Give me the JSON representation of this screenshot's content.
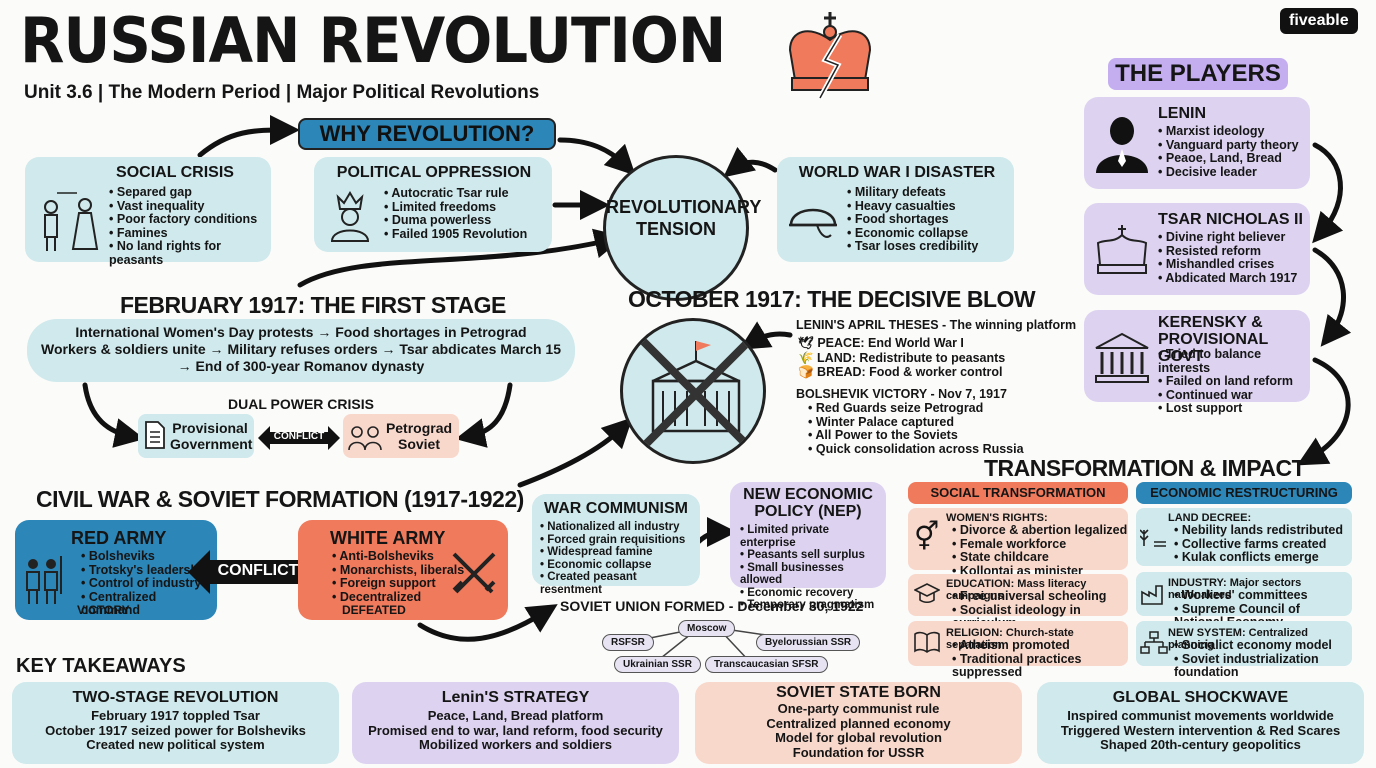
{
  "header": {
    "title": "RUSSIAN REVOLUTION",
    "subtitle": "Unit 3.6 | The Modern Period | Major Political Revolutions",
    "brand": "fiveable"
  },
  "why": {
    "title": "WHY REVOLUTION?",
    "center": "REVOLUTIONARY TENSION",
    "social": {
      "title": "SOCIAL CRISIS",
      "items": [
        "Separed gap",
        "Vast inequality",
        "Poor factory conditions",
        "Famines",
        "No land rights for peasants"
      ]
    },
    "political": {
      "title": "POLITICAL OPPRESSION",
      "items": [
        "Autocratic Tsar rule",
        "Limited freedoms",
        "Duma powerless",
        "Failed 1905 Revolution"
      ]
    },
    "war": {
      "title": "WORLD WAR I DISASTER",
      "items": [
        "Military defeats",
        "Heavy casualties",
        "Food shortages",
        "Economic collapse",
        "Tsar loses credibility"
      ]
    }
  },
  "players": {
    "title": "THE PLAYERS",
    "lenin": {
      "title": "LENIN",
      "items": [
        "Marxist ideology",
        "Vanguard party theory",
        "Peaoe, Land, Bread",
        "Decisive leader"
      ]
    },
    "tsar": {
      "title": "TSAR NICHOLAS II",
      "items": [
        "Divine right believer",
        "Resisted reform",
        "Mishandled crises",
        "Abdicated March 1917"
      ]
    },
    "kerensky": {
      "title": "KERENSKY & PROVISIONAL GOVT",
      "items": [
        "Tried to balance interests",
        "Failed on land reform",
        "Continued war",
        "Lost support"
      ]
    }
  },
  "february": {
    "title": "FEBRUARY 1917: THE FIRST STAGE",
    "lines": [
      "International Women's Day protests → Food shortages in Petrograd",
      "Workers & soldiers unite → Military refuses orders → Tsar abdicates March 15",
      "→ End of 300-year Romanov dynasty"
    ],
    "dual_title": "DUAL POWER CRISIS",
    "provisional": "Provisional Government",
    "conflict": "CONFLICT",
    "soviet": "Petrograd Soviet"
  },
  "october": {
    "title": "OCTOBER 1917: THE DECISIVE BLOW",
    "theses_title": "LENIN'S APRIL THESES - The winning platform",
    "theses": [
      "PEACE: End World War I",
      "LAND: Redistribute to peasants",
      "BREAD: Food & worker control"
    ],
    "victory_title": "BOLSHEVIK VICTORY - Nov 7, 1917",
    "victory": [
      "Red Guards seize Petrograd",
      "Winter Palace captured",
      "All Power to the Soviets",
      "Quick consolidation across Russia"
    ]
  },
  "civil_war": {
    "title": "CIVIL WAR & SOVIET FORMATION (1917-1922)",
    "red": {
      "title": "RED ARMY",
      "items": [
        "Bolsheviks",
        "Trotsky's leadership",
        "Control of industry",
        "Centralized command"
      ],
      "result": "VICTORY"
    },
    "conflict": "CONFLICT",
    "white": {
      "title": "WHITE ARMY",
      "items": [
        "Anti-Bolsheviks",
        "Monarchists, liberals",
        "Foreign support",
        "Decentralized"
      ],
      "result": "DEFEATED"
    },
    "war_communism": {
      "title": "WAR COMMUNISM",
      "items": [
        "Nationalized all industry",
        "Forced grain requisitions",
        "Widespread famine",
        "Economic collapse",
        "Created peasant resentment"
      ]
    },
    "nep": {
      "title": "NEW ECONOMIC POLICY (NEP)",
      "items": [
        "Limited private enterprise",
        "Peasants sell surplus",
        "Small businesses allowed",
        "Economic recovery",
        "Temporary pragmatism"
      ]
    },
    "soviet_union": "SOVIET UNION FORMED - December 30, 1922",
    "nodes": [
      "Moscow",
      "RSFSR",
      "Byelorussian SSR",
      "Ukrainian SSR",
      "Transcaucasian SFSR"
    ]
  },
  "transformation": {
    "title": "TRANSFORMATION & IMPACT",
    "social_title": "SOCIAL TRANSFORMATION",
    "economic_title": "ECONOMIC RESTRUCTURING",
    "women": {
      "title": "WOMEN'S RIGHTS:",
      "items": [
        "Divorce & abertion legalized",
        "Female workforce",
        "State childcare",
        "Kollontai as minister"
      ]
    },
    "education": {
      "title": "EDUCATION: Mass literacy campaigns",
      "items": [
        "Free universal scheoling",
        "Socialist ideology in curriculum"
      ]
    },
    "religion": {
      "title": "RELIGION: Church-state separation",
      "items": [
        "Atheism promoted",
        "Traditional practices suppressed"
      ]
    },
    "land": {
      "title": "LAND DECREE:",
      "items": [
        "Nebility lands redistributed",
        "Collective farms created",
        "Kulak conflicts emerge"
      ]
    },
    "industry": {
      "title": "INDUSTRY: Major sectors nationalized",
      "items": [
        "Workers' committees",
        "Supreme Council of National Economy"
      ]
    },
    "system": {
      "title": "NEW SYSTEM: Centralized planning",
      "items": [
        "Socialict economy model",
        "Soviet industrialization foundation"
      ]
    }
  },
  "takeaways": {
    "title": "KEY TAKEAWAYS",
    "cards": [
      {
        "title": "TWO-STAGE REVOLUTION",
        "lines": [
          "February 1917 toppled Tsar",
          "October 1917 seized power for Bolsheviks",
          "Created new political system"
        ]
      },
      {
        "title": "Lenin'S STRATEGY",
        "lines": [
          "Peace, Land, Bread platform",
          "Promised end to war, land reform, food security",
          "Mobilized workers and soldiers"
        ]
      },
      {
        "title": "SOVIET STATE BORN",
        "lines": [
          "One-party communist rule",
          "Centralized planned economy",
          "Model for global revolution",
          "Foundation for USSR"
        ]
      },
      {
        "title": "GLOBAL SHOCKWAVE",
        "lines": [
          "Inspired communist movements worldwide",
          "Triggered Western intervention & Red Scares",
          "Shaped 20th-century geopolitics"
        ]
      }
    ]
  },
  "colors": {
    "teal": "#cfe9ec",
    "lavender": "#ddd3f1",
    "peach": "#f9d8cc",
    "blue": "#2c86b8",
    "orange": "#f07a5c"
  }
}
